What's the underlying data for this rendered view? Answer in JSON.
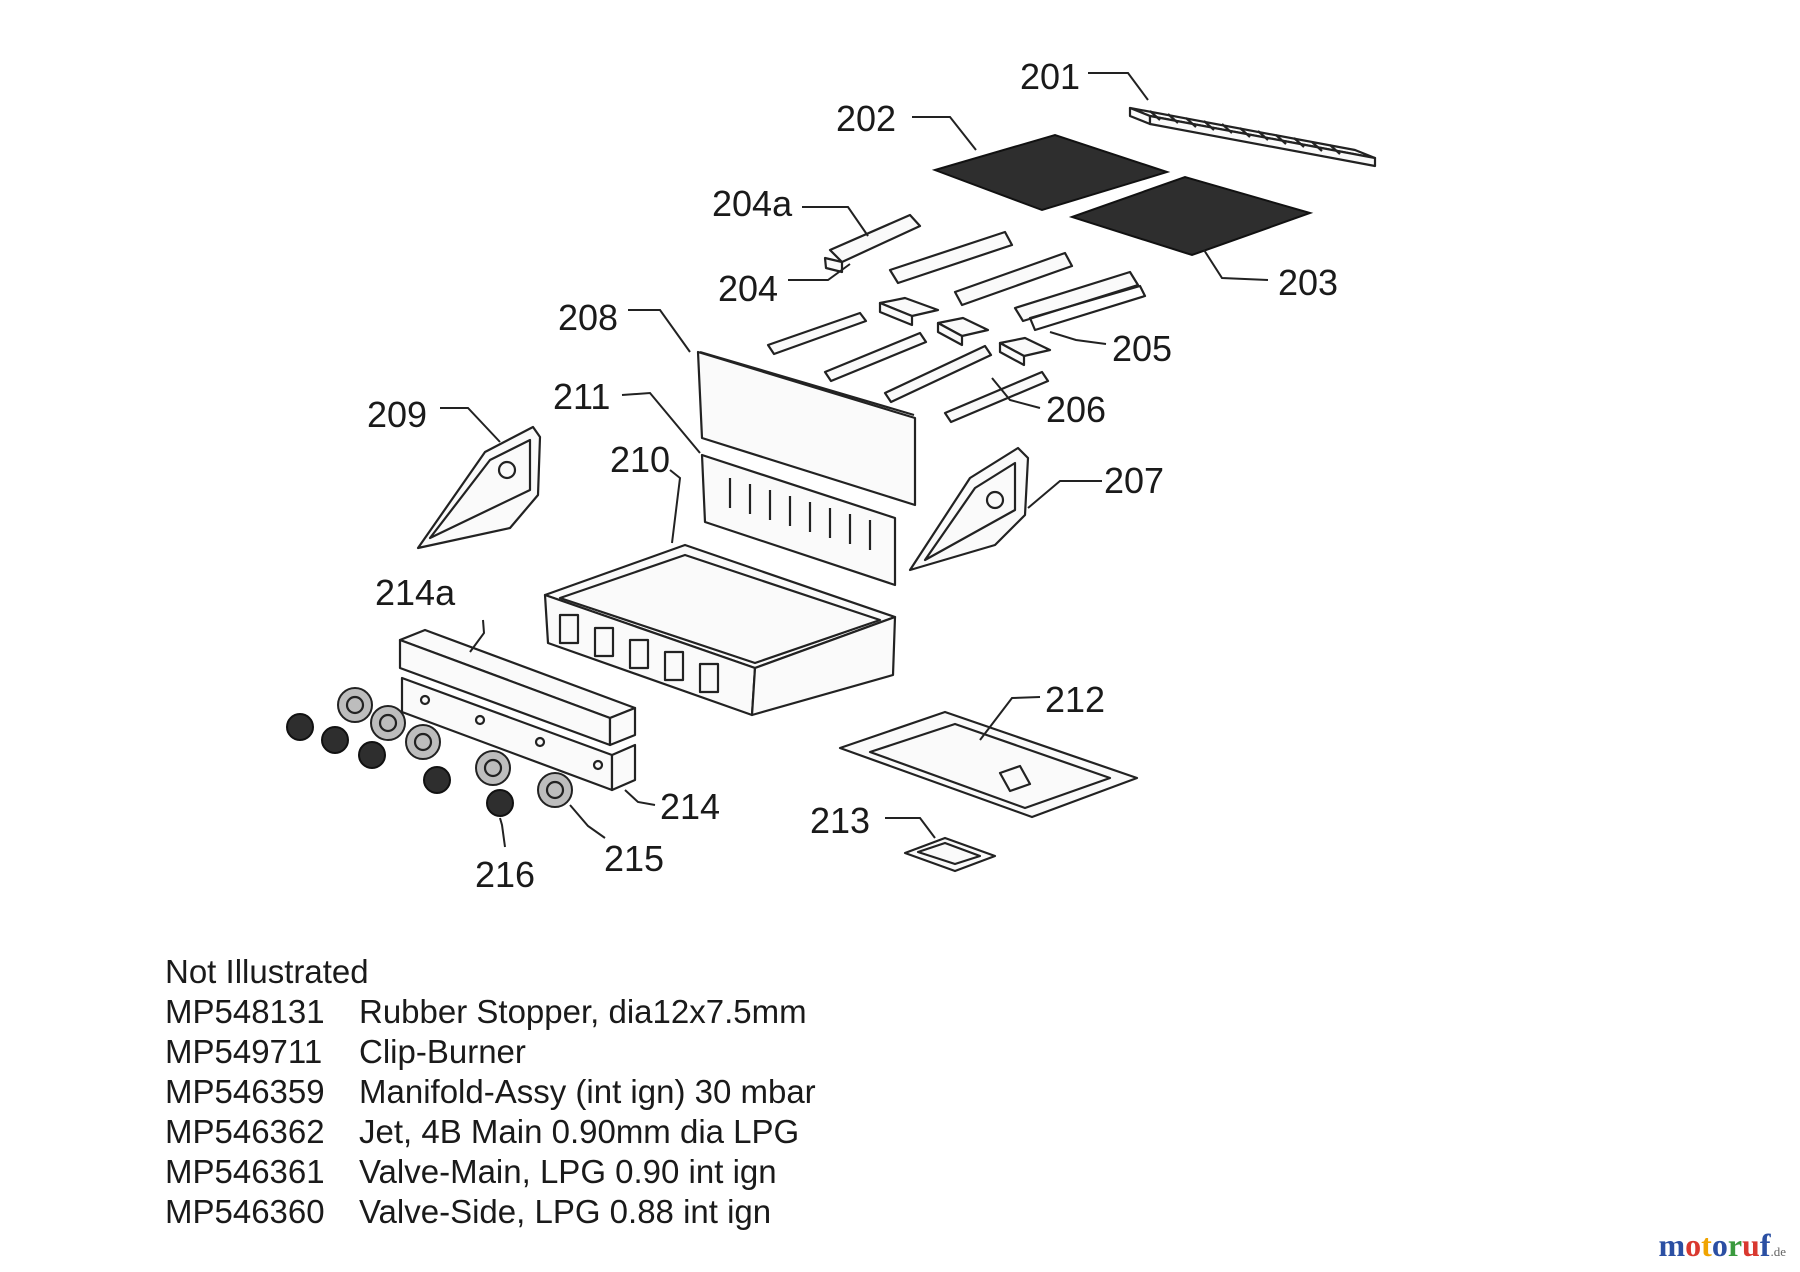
{
  "labels": {
    "l201": "201",
    "l202": "202",
    "l203": "203",
    "l204a": "204a",
    "l204": "204",
    "l205": "205",
    "l206": "206",
    "l207": "207",
    "l208": "208",
    "l209": "209",
    "l210": "210",
    "l211": "211",
    "l212": "212",
    "l213": "213",
    "l214a": "214a",
    "l214": "214",
    "l215": "215",
    "l216": "216"
  },
  "notes": {
    "heading": "Not Illustrated",
    "items": [
      {
        "code": "MP548131",
        "desc": "Rubber Stopper, dia12x7.5mm"
      },
      {
        "code": "MP549711",
        "desc": "Clip-Burner"
      },
      {
        "code": "MP546359",
        "desc": "Manifold-Assy (int ign) 30 mbar"
      },
      {
        "code": "MP546362",
        "desc": "Jet, 4B Main 0.90mm dia LPG"
      },
      {
        "code": "MP546361",
        "desc": "Valve-Main, LPG 0.90 int ign"
      },
      {
        "code": "MP546360",
        "desc": "Valve-Side, LPG 0.88 int ign"
      }
    ]
  },
  "watermark": {
    "letters": [
      "m",
      "o",
      "t",
      "o",
      "r",
      "u",
      "f"
    ],
    "tld": ".de",
    "colors": [
      "#2b4fa3",
      "#d9382f",
      "#f0a400",
      "#2b4fa3",
      "#3a9a3e",
      "#d9382f",
      "#2b4fa3"
    ]
  }
}
